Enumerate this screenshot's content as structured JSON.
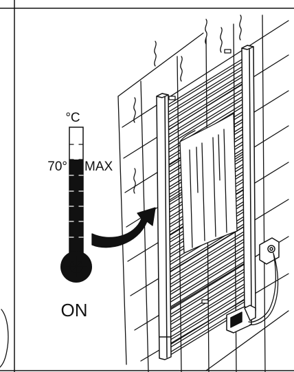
{
  "thermometer": {
    "unit_label": "°C",
    "temperature_label": "70°",
    "max_label": "MAX",
    "fill_level": "max"
  },
  "status_label": "ON",
  "colors": {
    "ink": "#111111",
    "paper": "#ffffff"
  }
}
